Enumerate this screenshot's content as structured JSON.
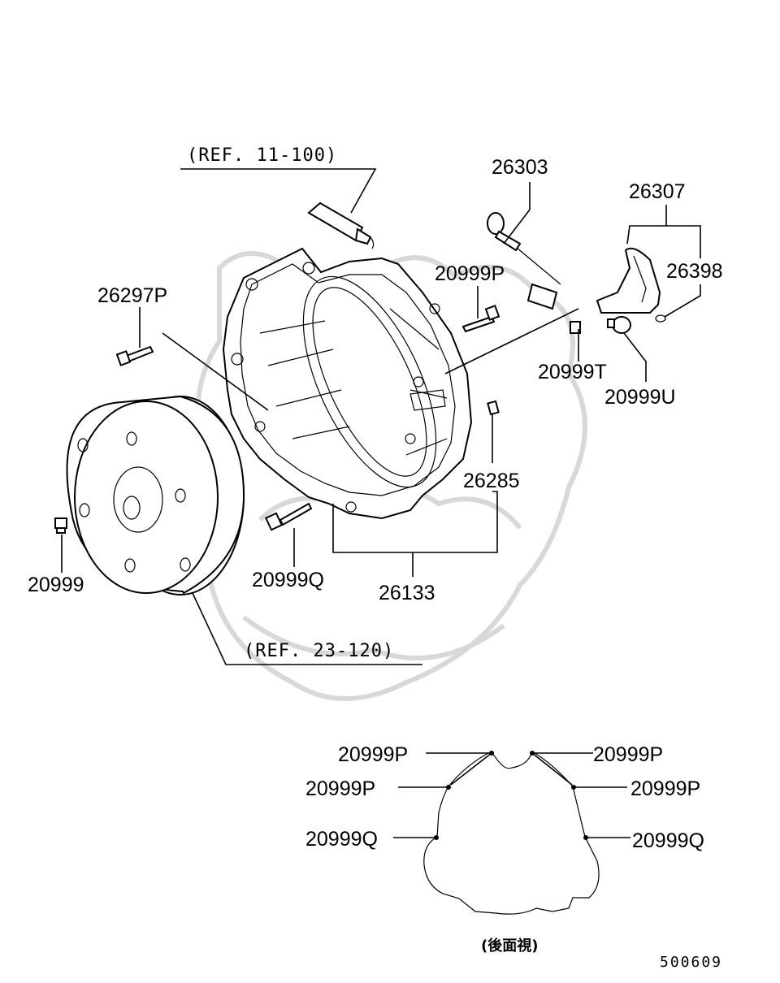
{
  "refs": {
    "top": "(REF. 11-100)",
    "bottom": "(REF. 23-120)"
  },
  "parts": {
    "p26303": "26303",
    "p26307": "26307",
    "p26398": "26398",
    "p20999P": "20999P",
    "p26297P": "26297P",
    "p20999T": "20999T",
    "p20999U": "20999U",
    "p26285": "26285",
    "p20999": "20999",
    "p20999Q": "20999Q",
    "p26133": "26133"
  },
  "rear_view": {
    "left": [
      "20999P",
      "20999P",
      "20999Q"
    ],
    "right": [
      "20999P",
      "20999P",
      "20999Q"
    ],
    "caption": "(後面視)"
  },
  "diagram_code": "500609"
}
